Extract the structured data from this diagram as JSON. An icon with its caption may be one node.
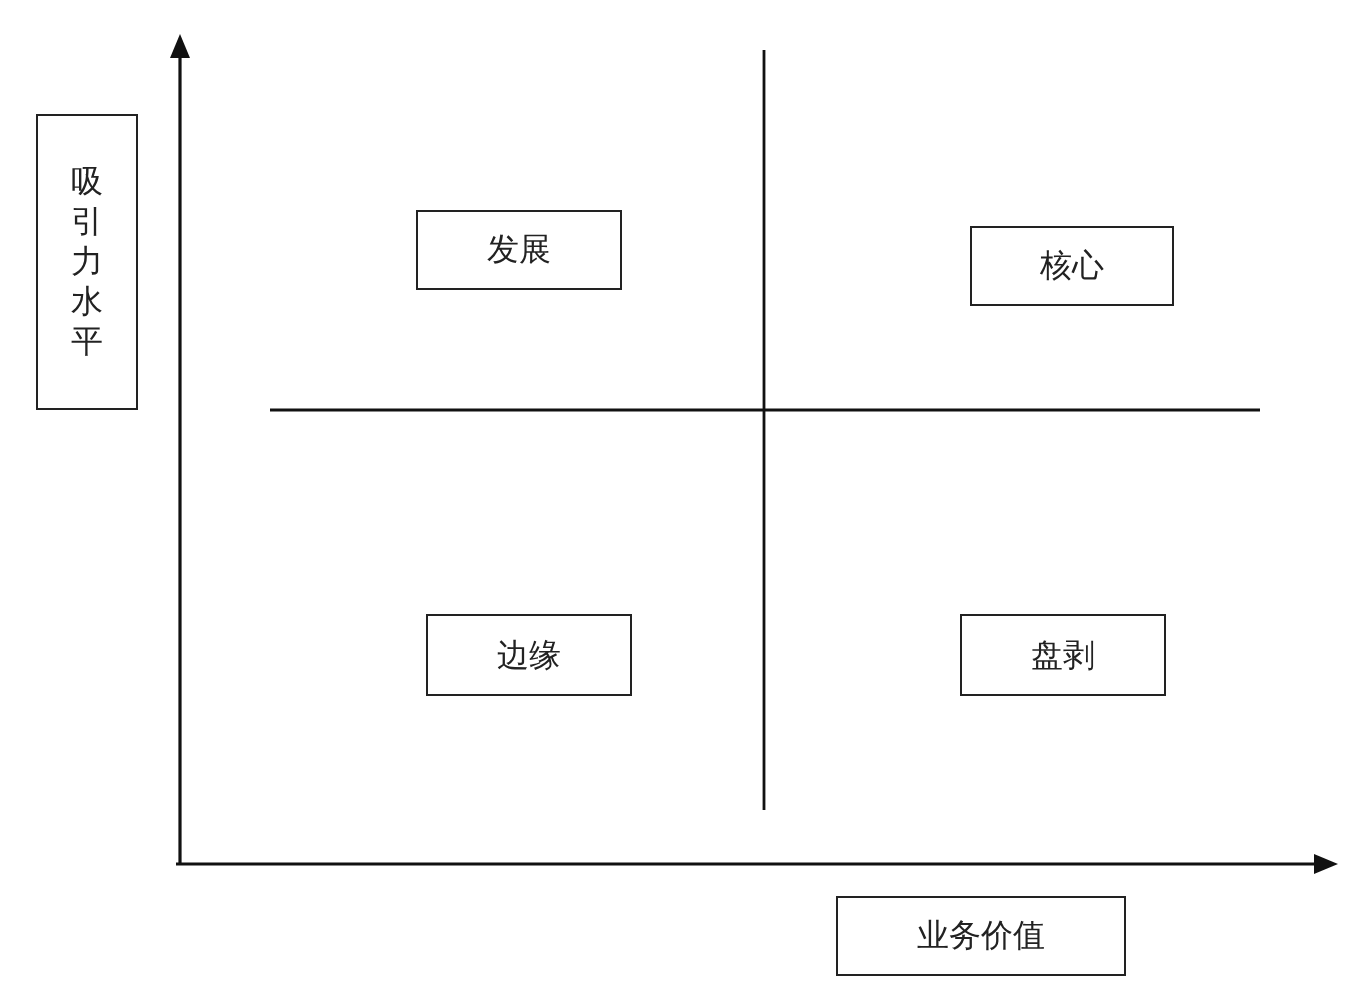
{
  "diagram": {
    "nodes": [
      {
        "text": [
          "吸引力水平"
        ]
      },
      {
        "text": [
          "发展"
        ]
      },
      {
        "text": [
          "核心"
        ]
      },
      {
        "text": [
          "边缘"
        ]
      },
      {
        "text": [
          "盘剥"
        ]
      },
      {
        "text": [
          "业务价值"
        ]
      }
    ]
  }
}
